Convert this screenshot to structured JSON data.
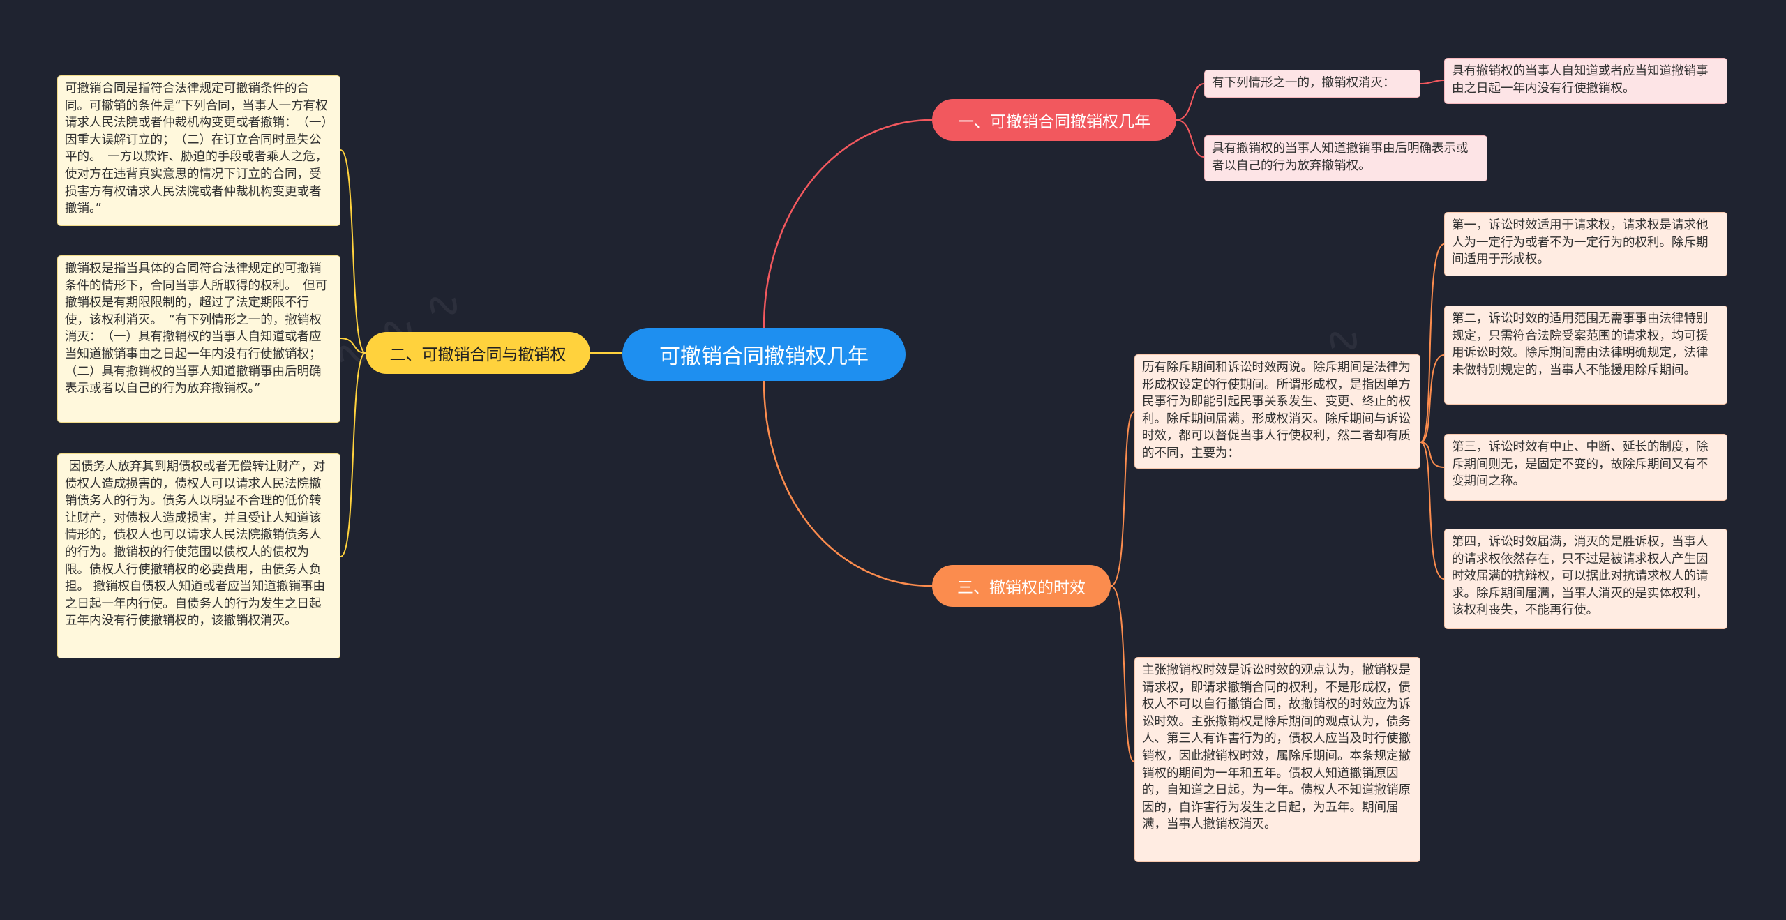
{
  "root": {
    "label": "可撤销合同撤销权几年"
  },
  "branches": [
    {
      "label": "一、可撤销合同撤销权几年",
      "children": [
        {
          "text": "有下列情形之一的，撤销权消灭：",
          "children": [
            {
              "text": "具有撤销权的当事人自知道或者应当知道撤销事由之日起一年内没有行使撤销权。"
            }
          ]
        },
        {
          "text": "具有撤销权的当事人知道撤销事由后明确表示或者以自己的行为放弃撤销权。"
        }
      ]
    },
    {
      "label": "二、可撤销合同与撤销权",
      "children": [
        {
          "text": "可撤销合同是指符合法律规定可撤销条件的合同。可撤销的条件是“下列合同，当事人一方有权请求人民法院或者仲裁机构变更或者撤销：　（一）因重大误解订立的；　（二）在订立合同时显失公平的。　一方以欺诈、胁迫的手段或者乘人之危，使对方在违背真实意思的情况下订立的合同，受损害方有权请求人民法院或者仲裁机构变更或者撤销。”"
        },
        {
          "text": "撤销权是指当具体的合同符合法律规定的可撤销条件的情形下，合同当事人所取得的权利。　但可撤销权是有期限限制的，超过了法定期限不行使，该权利消灭。　“有下列情形之一的，撤销权消灭：　（一）具有撤销权的当事人自知道或者应当知道撤销事由之日起一年内没有行使撤销权；　（二）具有撤销权的当事人知道撤销事由后明确表示或者以自己的行为放弃撤销权。”"
        },
        {
          "text": " 因债务人放弃其到期债权或者无偿转让财产，对债权人造成损害的，债权人可以请求人民法院撤销债务人的行为。债务人以明显不合理的低价转让财产，对债权人造成损害，并且受让人知道该情形的，债权人也可以请求人民法院撤销债务人的行为。撤销权的行使范围以债权人的债权为限。债权人行使撤销权的必要费用，由债务人负担。 撤销权自债权人知道或者应当知道撤销事由之日起一年内行使。自债务人的行为发生之日起五年内没有行使撤销权的，该撤销权消灭。"
        }
      ]
    },
    {
      "label": "三、撤销权的时效",
      "children": [
        {
          "text": "历有除斥期间和诉讼时效两说。除斥期间是法律为形成权设定的行使期间。所谓形成权，是指因单方民事行为即能引起民事关系发生、变更、终止的权利。除斥期间届满，形成权消灭。除斥期间与诉讼时效，都可以督促当事人行使权利，然二者却有质的不同，主要为：",
          "children": [
            {
              "text": "第一，诉讼时效适用于请求权，请求权是请求他人为一定行为或者不为一定行为的权利。除斥期间适用于形成权。"
            },
            {
              "text": "第二，诉讼时效的适用范围无需事事由法律特别规定，只需符合法院受案范围的请求权，均可援用诉讼时效。除斥期间需由法律明确规定，法律未做特别规定的，当事人不能援用除斥期间。"
            },
            {
              "text": "第三，诉讼时效有中止、中断、延长的制度，除斥期间则无，是固定不变的，故除斥期间又有不变期间之称。"
            },
            {
              "text": "第四，诉讼时效届满，消灭的是胜诉权，当事人的请求权依然存在，只不过是被请求权人产生因时效届满的抗辩权，可以据此对抗请求权人的请求。除斥期间届满，当事人消灭的是实体权利，该权利丧失，不能再行使。"
            }
          ]
        },
        {
          "text": "主张撤销权时效是诉讼时效的观点认为，撤销权是请求权，即请求撤销合同的权利，不是形成权，债权人不可以自行撤销合同，故撤销权的时效应为诉讼时效。主张撤销权是除斥期间的观点认为，债务人、第三人有诈害行为的，债权人应当及时行使撤销权，因此撤销权时效，属除斥期间。本条规定撤销权的期间为一年和五年。债权人知道撤销原因的，自知道之日起，为一年。债权人不知道撤销原因的，自诈害行为发生之日起，为五年。期间届满，当事人撤销权消灭。"
        }
      ]
    }
  ],
  "colors": {
    "background": "#1f2330",
    "root": "#1e8ff0",
    "branch1": "#f2585e",
    "branch2": "#ffd23d",
    "branch3": "#fb8c4e"
  }
}
